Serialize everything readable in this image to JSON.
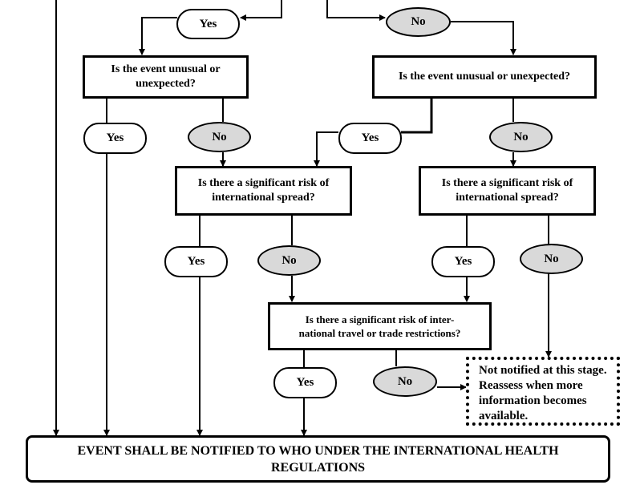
{
  "labels": {
    "yes": "Yes",
    "no": "No"
  },
  "questions": {
    "unusual_left": "Is the event unusual or unexpected?",
    "unusual_right": "Is the event unusual or unexpected?",
    "spread_left": "Is there a significant risk of international spread?",
    "spread_right": "Is there a significant risk of international spread?",
    "travel": "Is there a significant risk of inter-national travel or trade restrictions?"
  },
  "not_notified": "Not notified at this stage. Reassess when more information becomes available.",
  "final_box": "EVENT SHALL BE NOTIFIED TO WHO UNDER THE INTERNATIONAL HEALTH REGULATIONS"
}
